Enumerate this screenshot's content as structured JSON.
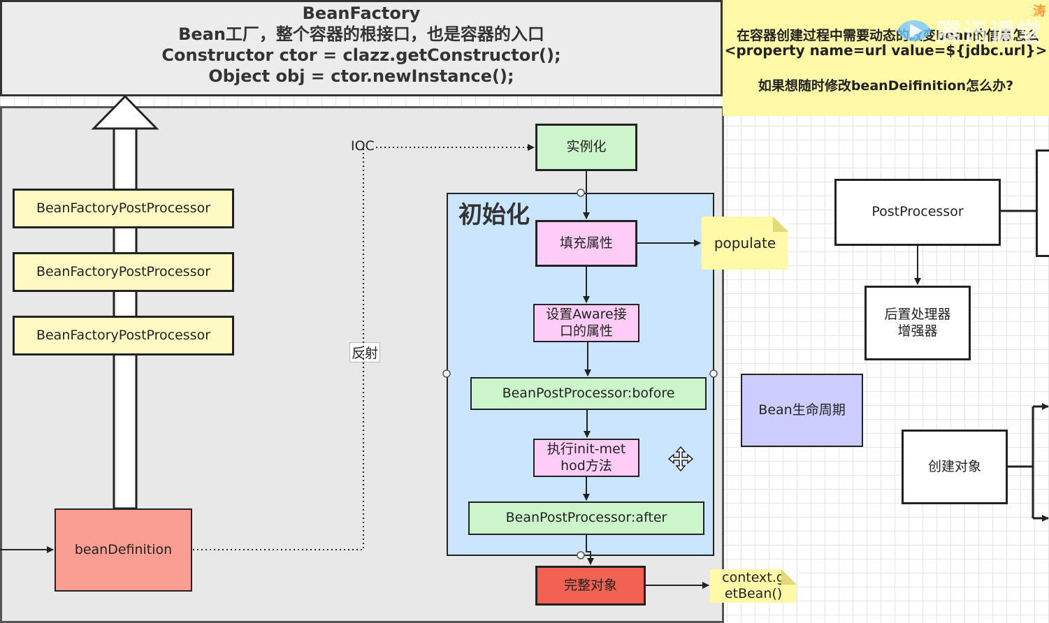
{
  "header": {
    "title": "BeanFactory",
    "line1": "Bean工厂，整个容器的根接口，也是容器的入口",
    "line2": "Constructor ctor = clazz.getConstructor();",
    "line3": "Object obj  = ctor.newInstance();"
  },
  "note_top_right": {
    "line1": "在容器创建过程中需要动态的改变bean的信息怎么",
    "line2": "<property name=url value=${jdbc.url}>",
    "line3": "如果想随时修改beanDeifinition怎么办?"
  },
  "watermark": {
    "text": "腾讯课堂",
    "corner": "涛"
  },
  "bfpp": [
    "BeanFactoryPostProcessor",
    "BeanFactoryPostProcessor",
    "BeanFactoryPostProcessor"
  ],
  "bean_definition": "beanDefinition",
  "labels": {
    "ioc": "IOC",
    "reflection": "反射"
  },
  "lifecycle": {
    "instantiate": "实例化",
    "init_title": "初始化",
    "populate_props": "填充属性",
    "aware": "设置Aware接口的属性",
    "bpp_before": "BeanPostProcessor:bofore",
    "init_method": "执行init-method方法",
    "bpp_after": "BeanPostProcessor:after",
    "complete": "完整对象"
  },
  "notes": {
    "populate": "populate",
    "get_bean": "context.getBean()"
  },
  "right": {
    "post_processor": "PostProcessor",
    "enhancer": "后置处理器\n增强器",
    "bean_lifecycle": "Bean生命周期",
    "create_object": "创建对象"
  },
  "colors": {
    "bfpp": "#fff9c4",
    "bean_definition": "#fa9d92",
    "green": "#ccf5cc",
    "pink": "#ffccf7",
    "init_panel": "#cce5ff",
    "complete": "#f26152",
    "lifecycle": "#ccccff",
    "note": "#fff9a8"
  }
}
